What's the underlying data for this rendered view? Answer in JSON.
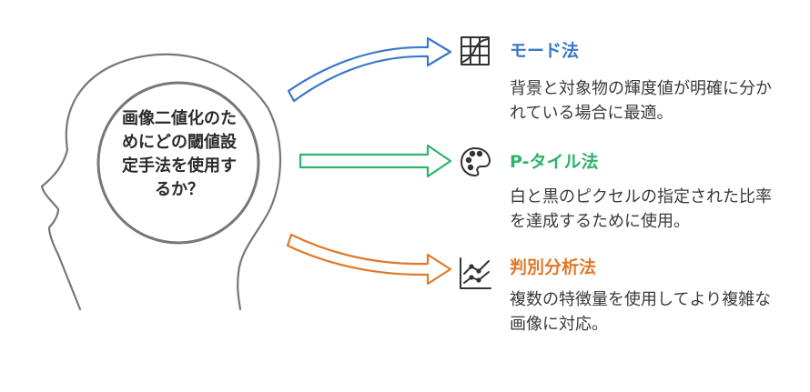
{
  "center": {
    "question_lines": [
      "画像二値化のた",
      "めにどの閾値設",
      "定手法を使用す",
      "るか？"
    ]
  },
  "methods": [
    {
      "title": "モード法",
      "color": "#3a78c9",
      "description": "背景と対象物の輝度値が明確に分かれている場合に最適。",
      "icon": "grid-chart-icon"
    },
    {
      "title": "P-タイル法",
      "color": "#2fb36b",
      "description": "白と黒のピクセルの指定された比率を達成するために使用。",
      "icon": "palette-icon"
    },
    {
      "title": "判別分析法",
      "color": "#e0792a",
      "description": "複数の特徴量を使用してより複雑な画像に対応。",
      "icon": "scatter-chart-icon"
    }
  ]
}
